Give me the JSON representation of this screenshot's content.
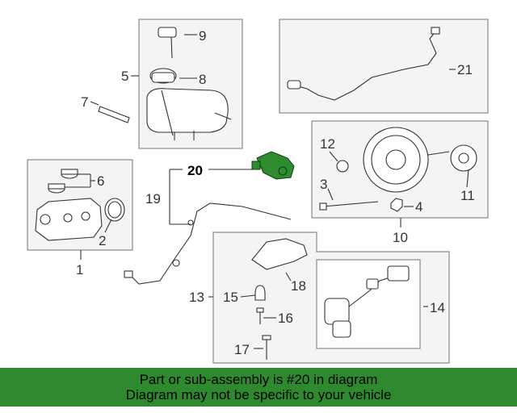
{
  "banner": {
    "line1": "Part or sub-assembly is #20 in diagram",
    "line2": "Diagram may not be specific to your vehicle",
    "color": "#2f8a2f"
  },
  "highlight": {
    "part_number": "20",
    "color": "#2e8b2e"
  },
  "callouts": {
    "c1": "1",
    "c2": "2",
    "c3": "3",
    "c4": "4",
    "c5": "5",
    "c6": "6",
    "c7": "7",
    "c8": "8",
    "c9": "9",
    "c10": "10",
    "c11": "11",
    "c12": "12",
    "c13": "13",
    "c14": "14",
    "c15": "15",
    "c16": "16",
    "c17": "17",
    "c18": "18",
    "c19": "19",
    "c20": "20",
    "c21": "21"
  }
}
